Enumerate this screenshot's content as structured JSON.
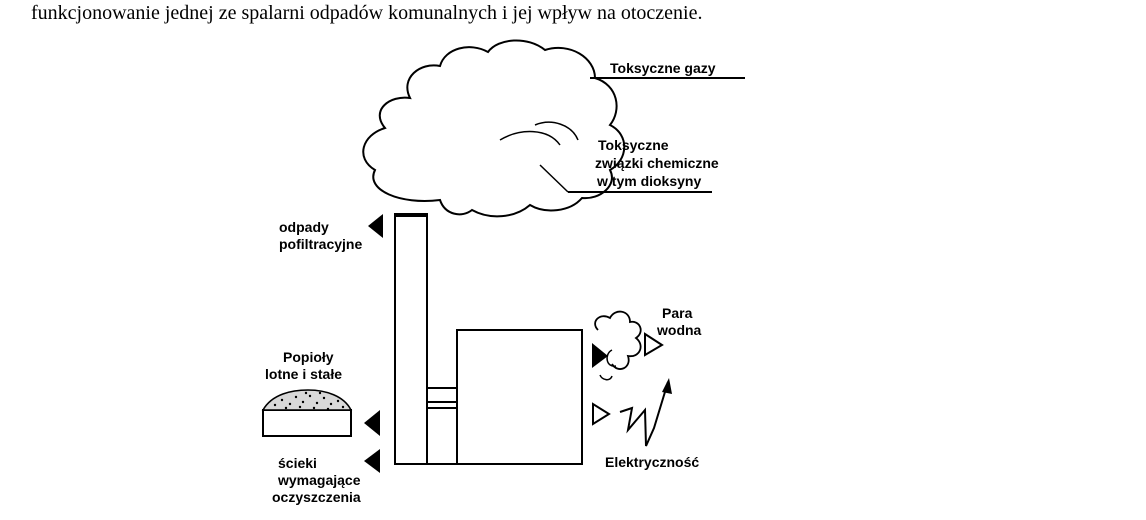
{
  "caption": "funkcjonowanie jednej ze spalarni odpadów komunalnych i jej wpływ na otoczenie.",
  "labels": {
    "toxic_gases": "Toksyczne gazy",
    "toxic_compounds_1": "Toksyczne",
    "toxic_compounds_2": "związki chemiczne",
    "toxic_compounds_3": "w tym dioksyny",
    "filter_waste_1": "odpady",
    "filter_waste_2": "pofiltracyjne",
    "steam_1": "Para",
    "steam_2": "wodna",
    "ash_1": "Popioły",
    "ash_2": "lotne i stałe",
    "wastewater_1": "ścieki",
    "wastewater_2": "wymagające",
    "wastewater_3": "oczyszczenia",
    "electricity": "Elektryczność"
  },
  "colors": {
    "ink": "#000000",
    "background": "#ffffff",
    "ash_fill": "#d9d9d9"
  }
}
